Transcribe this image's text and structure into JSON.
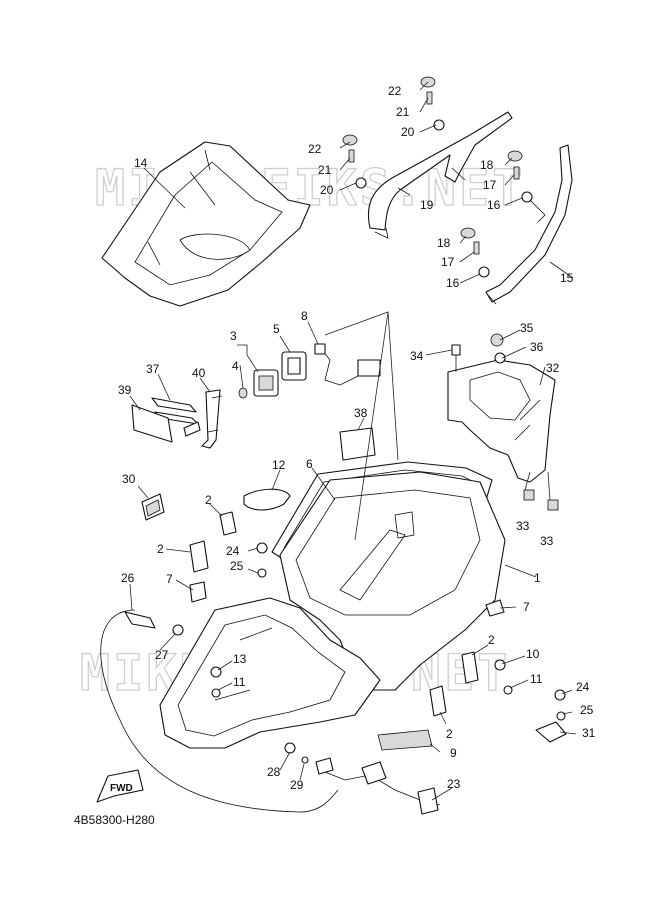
{
  "watermark": "MIKROFIKS.NET",
  "diagram_code": "4B58300-H280",
  "fwd_label": "FWD",
  "callouts": {
    "n1": "1",
    "n2a": "2",
    "n2b": "2",
    "n2c": "2",
    "n2d": "2",
    "n3": "3",
    "n4": "4",
    "n5": "5",
    "n6": "6",
    "n7a": "7",
    "n7b": "7",
    "n8": "8",
    "n9": "9",
    "n10": "10",
    "n11a": "11",
    "n11b": "11",
    "n12": "12",
    "n13": "13",
    "n14": "14",
    "n15": "15",
    "n16a": "16",
    "n16b": "16",
    "n17a": "17",
    "n17b": "17",
    "n18a": "18",
    "n18b": "18",
    "n19": "19",
    "n20a": "20",
    "n20b": "20",
    "n21a": "21",
    "n21b": "21",
    "n22a": "22",
    "n22b": "22",
    "n23": "23",
    "n24a": "24",
    "n24b": "24",
    "n25a": "25",
    "n25b": "25",
    "n26": "26",
    "n27": "27",
    "n28": "28",
    "n29": "29",
    "n30": "30",
    "n31": "31",
    "n32": "32",
    "n33a": "33",
    "n33b": "33",
    "n34": "34",
    "n35": "35",
    "n36": "36",
    "n37": "37",
    "n38": "38",
    "n39": "39",
    "n40": "40"
  }
}
